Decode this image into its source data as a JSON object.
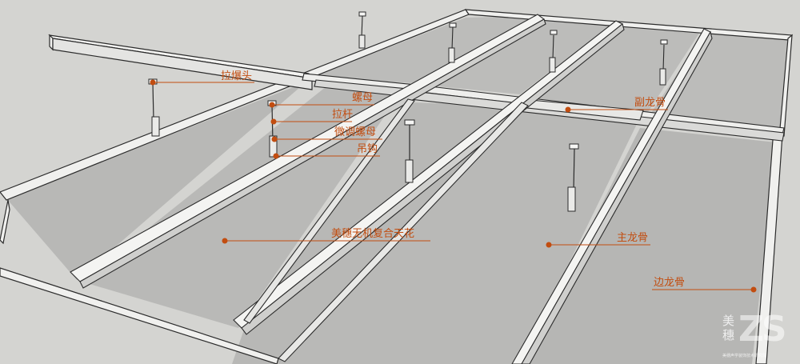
{
  "colors": {
    "background": "#d4d4d1",
    "panel": "#b8b8b6",
    "frame_face": "#f0f0ee",
    "frame_edge": "#2b2b2b",
    "leader": "#c24d10",
    "label": "#c24d10",
    "watermark": "#ffffff"
  },
  "labels": {
    "expansion_bolt": "拉爆头",
    "nut": "螺母",
    "rod": "拉杆",
    "fine_nut": "微调螺母",
    "hook": "吊钩",
    "sub_keel": "副龙骨",
    "panel": "美穗无机复合天花",
    "main_keel": "主龙骨",
    "edge_keel": "边龙骨"
  },
  "watermark": {
    "brand_cn": "美穗",
    "logo_text": "ZS",
    "tagline": "美穗声学装饰技术研究院"
  }
}
